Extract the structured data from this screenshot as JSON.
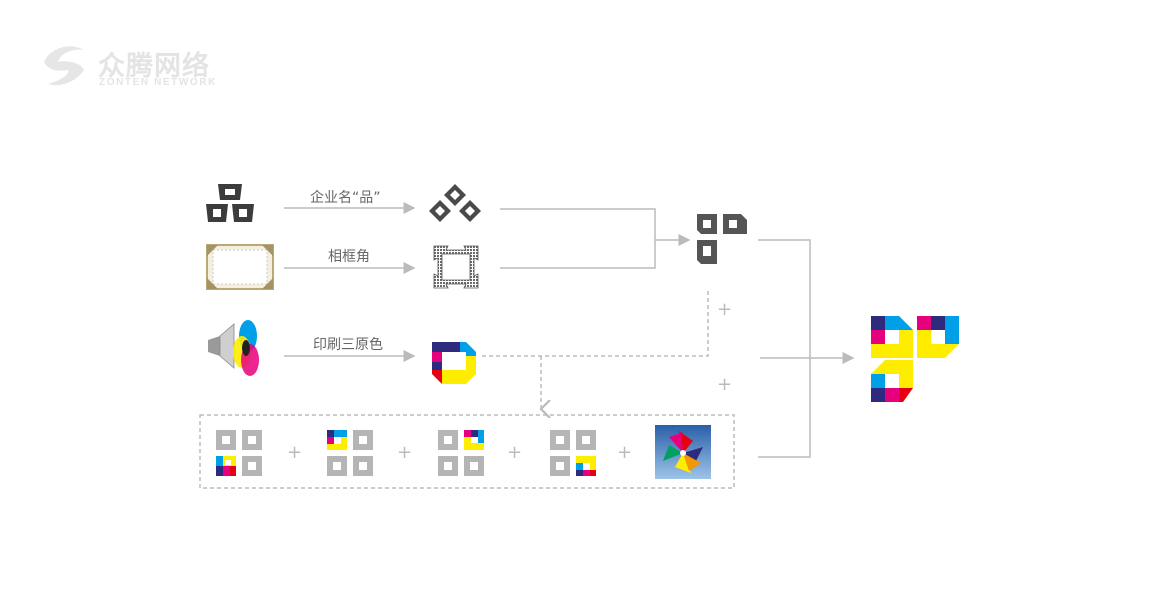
{
  "brand": {
    "name_cn": "众腾网络",
    "name_en": "ZONTEN NETWORK"
  },
  "steps": [
    {
      "label": "企业名“品”"
    },
    {
      "label": "相框角"
    },
    {
      "label": "印刷三原色"
    }
  ],
  "plus_sign": "+",
  "colors": {
    "dark_gray": "#555555",
    "line_gray": "#bbbbbb",
    "magenta": "#e6007e",
    "yellow": "#ffed00",
    "cyan": "#00a0e9",
    "navy": "#2e2b7f",
    "red": "#e60012",
    "light_gray": "#c0c0c0"
  }
}
